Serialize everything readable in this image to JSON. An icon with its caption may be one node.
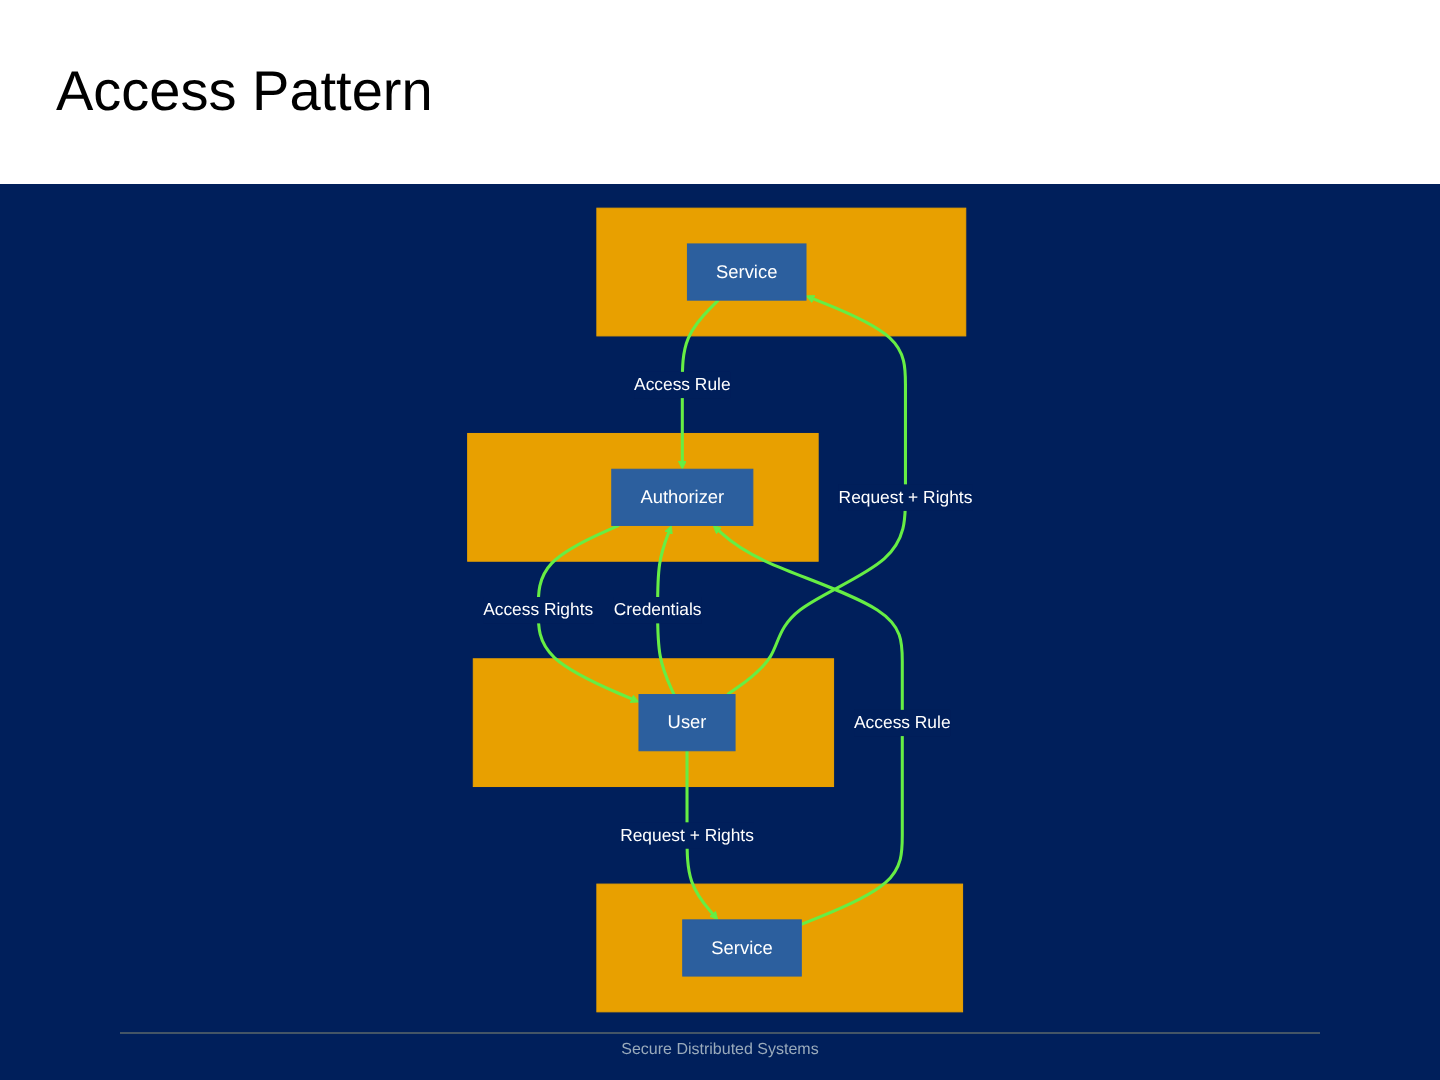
{
  "diagram": {
    "title": "Access Pattern",
    "nodes": [
      {
        "text": [],
        "shape": "box"
      },
      {
        "text": [
          "Service"
        ],
        "in": 0
      },
      {
        "text": [],
        "shape": "box"
      },
      {
        "text": [
          "Authorizer"
        ],
        "in": 2
      },
      {
        "text": [],
        "shape": "box"
      },
      {
        "text": [
          "User"
        ],
        "in": 4
      },
      {
        "text": [],
        "shape": "box"
      },
      {
        "text": [
          "Service"
        ],
        "in": 6
      }
    ],
    "edges": [
      {
        "from": 1,
        "to": 3,
        "arrow": "to",
        "label": "Access Rule"
      },
      {
        "from": 5,
        "to": 3,
        "arrow": "to",
        "label": "Credentials"
      },
      {
        "from": 3,
        "to": 5,
        "arrow": "to",
        "label": "Access Rights"
      },
      {
        "from": 5,
        "to": 1,
        "arrow": "to",
        "label": "Request + Rights"
      },
      {
        "from": 7,
        "to": 3,
        "arrow": "to",
        "label": "Access Rule"
      },
      {
        "from": 5,
        "to": 7,
        "arrow": "to",
        "label": "Request + Rights"
      }
    ],
    "labels": [
      "Secure Distributed Systems"
    ]
  }
}
